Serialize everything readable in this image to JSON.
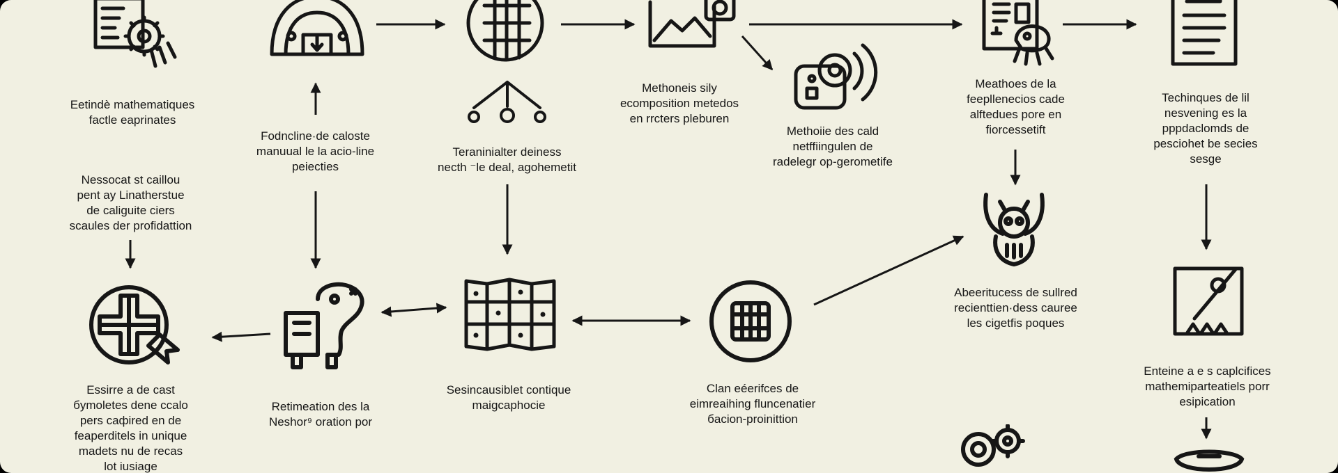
{
  "diagram": {
    "colors": {
      "background": "#f1f0e2",
      "ink": "#161616"
    },
    "nodes": [
      {
        "id": "n1",
        "icon": "document-gear-icon",
        "label": "Eetindè mathematiques\nfactle eaprinates"
      },
      {
        "id": "n2",
        "icon": "arch-dome-icon",
        "label": "Fodncline·de caloste\nmanuual le la acio-line\npeiecties"
      },
      {
        "id": "n3",
        "icon": "grid-circle-icon",
        "label": "Teraninialter deiness\nnecth ⁻le deal, agohemetit"
      },
      {
        "id": "n4",
        "icon": "chart-camera-icon",
        "label": "Methoneis sily\necomposition metedos\nen rrcters pleburen"
      },
      {
        "id": "n5",
        "icon": "signal-device-icon",
        "label": "Methoiie des cald\nnetffiingulen de\nradelegr op-gerometife"
      },
      {
        "id": "n6",
        "icon": "report-creature-icon",
        "label": "Meathoes de la\nfeepllenecios cade\nalftedues pore en\nfiorcessetift"
      },
      {
        "id": "n7",
        "icon": "checklist-document-icon",
        "label": "Techinques de lil\nnesvening es la\npppdaclomds de\npesciohet be secies\nsesge"
      },
      {
        "id": "n8",
        "icon": "",
        "label": "Nessocat st caillou\npent ay Linatherstue\nde caliguite ciers\nscaules der profidattion"
      },
      {
        "id": "n9",
        "icon": "cross-ribbon-icon",
        "label": "Essirre a de cast\nбymoletes dene ccalo\npers caфired en de\nfeaperditels in unique\nmadets nu de recas\nlot iusiage"
      },
      {
        "id": "n10",
        "icon": "animal-cart-icon",
        "label": "Retimeation des la\nNeshor⁹ oration por"
      },
      {
        "id": "n11",
        "icon": "folded-map-icon",
        "label": "Sesincausiblet contique\nmaigcaphocie"
      },
      {
        "id": "n12",
        "icon": "battery-circle-icon",
        "label": "Clan eéerifces de\neimreaihing fluncenatier\nбacion-proinittion"
      },
      {
        "id": "n13",
        "icon": "owl-icon",
        "label": "Abeeritucess de sullred\nrecienttien·dess cauree\nles cigetfis poques"
      },
      {
        "id": "n14",
        "icon": "chart-pen-icon",
        "label": "Enteine a e s caplcifices\nmathemiparteatiels porr\nesipication"
      },
      {
        "id": "n15",
        "icon": "gears-icon",
        "label": ""
      },
      {
        "id": "n16",
        "icon": "bowl-icon",
        "label": ""
      }
    ],
    "connections": [
      {
        "from": "n2",
        "to": "n3",
        "direction": "forward"
      },
      {
        "from": "n3",
        "to": "n4",
        "direction": "forward"
      },
      {
        "from": "n4",
        "to": "n6",
        "direction": "forward"
      },
      {
        "from": "n4",
        "to": "n5",
        "direction": "forward"
      },
      {
        "from": "n6",
        "to": "n7",
        "direction": "forward"
      },
      {
        "from": "n2",
        "to": "n10",
        "direction": "both"
      },
      {
        "from": "n3",
        "to": "n11",
        "direction": "forward"
      },
      {
        "from": "n8",
        "to": "n9",
        "direction": "forward"
      },
      {
        "from": "n10",
        "to": "n9",
        "direction": "forward"
      },
      {
        "from": "n10",
        "to": "n11",
        "direction": "both"
      },
      {
        "from": "n11",
        "to": "n12",
        "direction": "both"
      },
      {
        "from": "n12",
        "to": "n13",
        "direction": "forward"
      },
      {
        "from": "n6",
        "to": "n13",
        "direction": "forward"
      },
      {
        "from": "n7",
        "to": "n14",
        "direction": "forward"
      },
      {
        "from": "n14",
        "to": "n16",
        "direction": "forward"
      }
    ]
  }
}
